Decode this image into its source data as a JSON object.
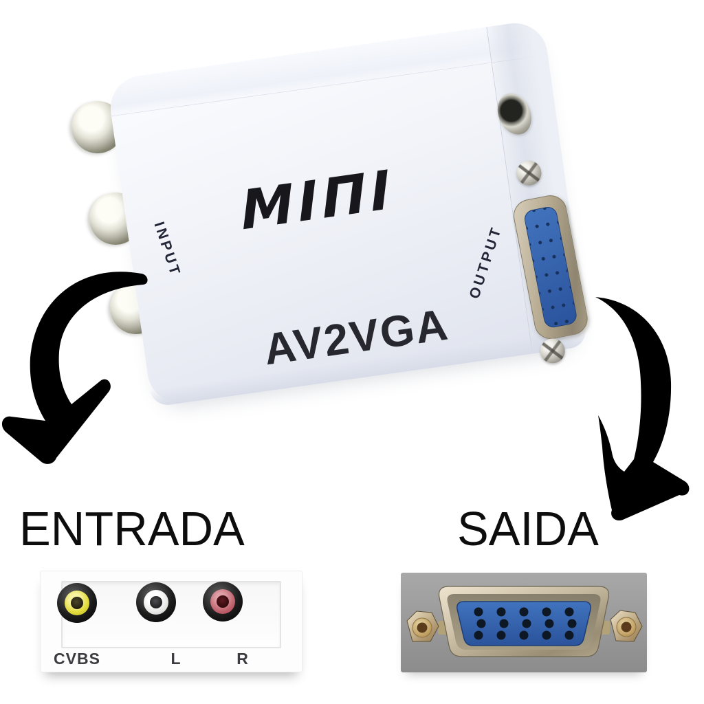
{
  "page": {
    "background": "#ffffff"
  },
  "device": {
    "logo_display": "MIΠI",
    "logo": "MINI",
    "model": "AV2VGA",
    "left_side_label": "INPUT",
    "right_side_label": "OUTPUT",
    "body_color": "#f2f4f9",
    "text_color": "#1a1b22"
  },
  "annotations": {
    "left_label": "ENTRADA",
    "right_label": "SAIDA",
    "arrow_color": "#000000",
    "label_color": "#0d0d0d"
  },
  "input_panel": {
    "jacks": [
      {
        "label": "CVBS",
        "color_name": "yellow",
        "ring_hex": "#ddd535"
      },
      {
        "label": "L",
        "color_name": "white",
        "ring_hex": "#ececea"
      },
      {
        "label": "R",
        "color_name": "red",
        "ring_hex": "#bf5a64"
      }
    ],
    "panel_color": "#fdfdfd",
    "label_color": "#3b3b40"
  },
  "output_panel": {
    "connector_name": "vga-female-15pin",
    "pin_rows": [
      5,
      5,
      5
    ],
    "insert_color": "#3465b2",
    "background_color": "#9a9a9a",
    "metal_color": "#c0b396"
  }
}
